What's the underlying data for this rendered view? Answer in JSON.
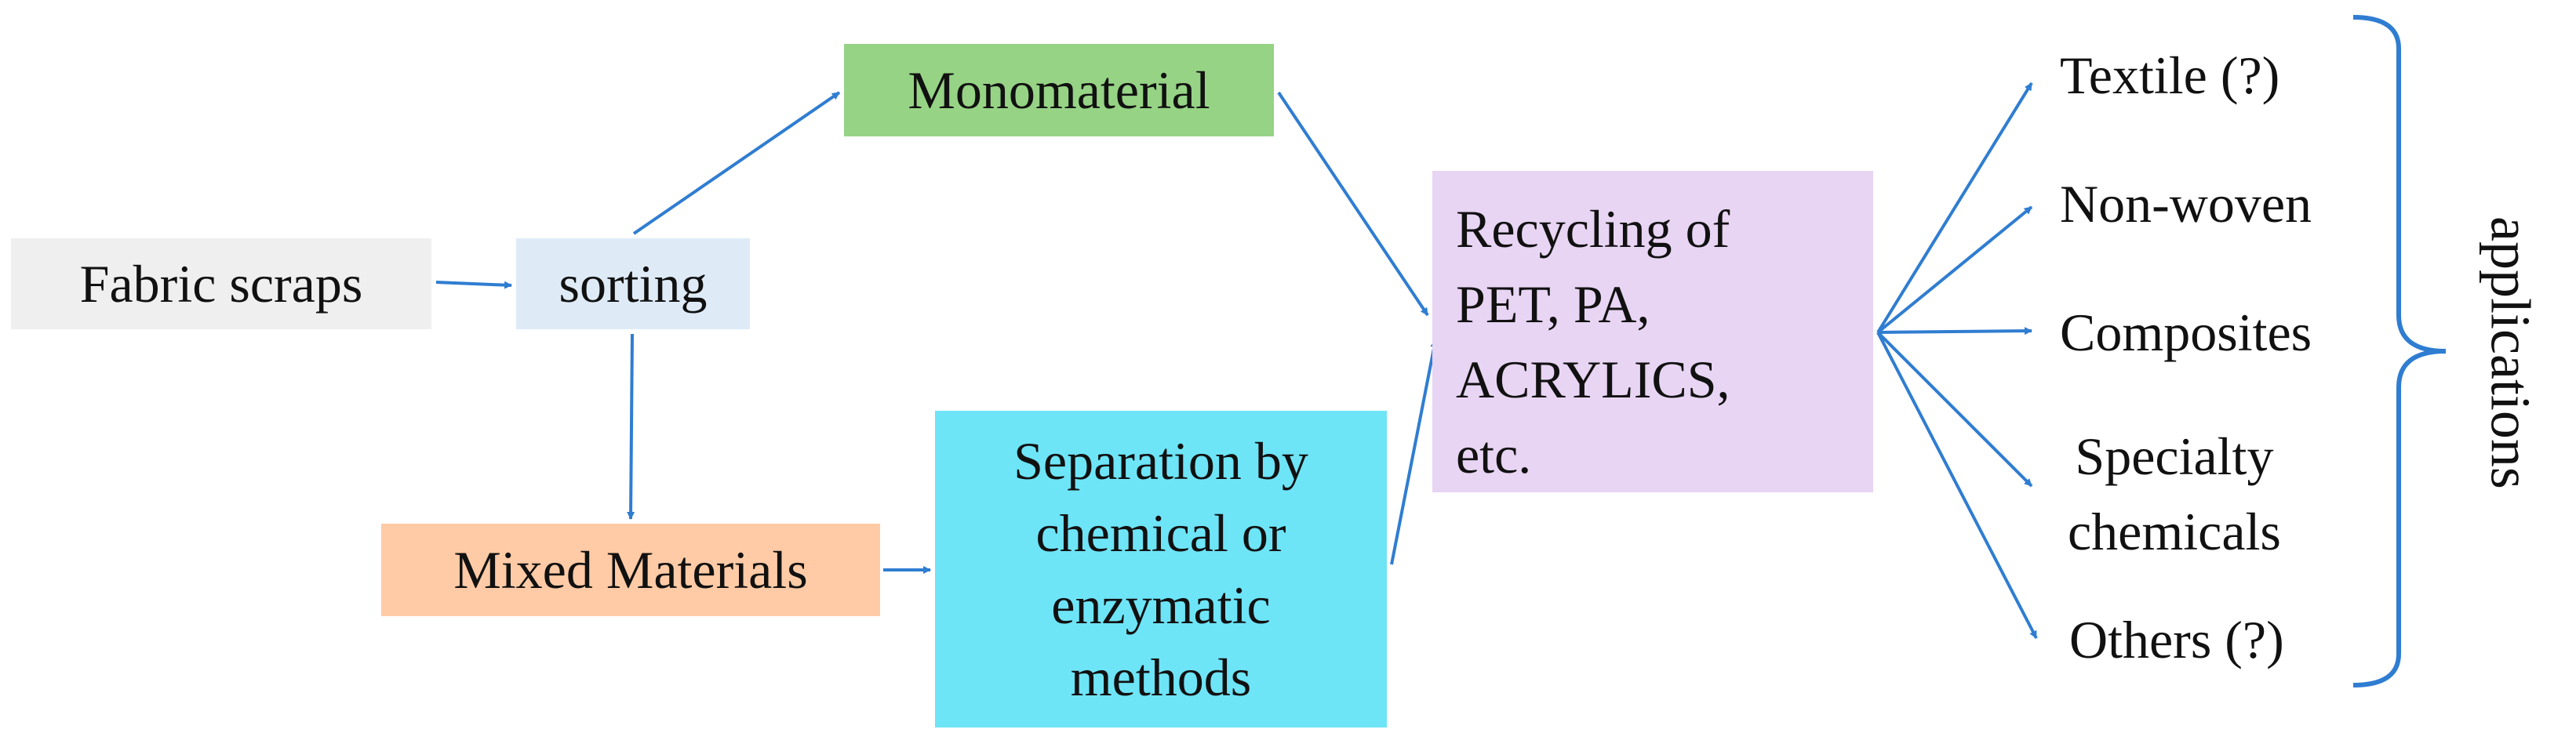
{
  "nodes": {
    "fabric_scraps": "Fabric scraps",
    "sorting": "sorting",
    "monomaterial": "Monomaterial",
    "mixed_materials": "Mixed Materials",
    "separation": [
      "Separation by",
      "chemical or",
      "enzymatic",
      "methods"
    ],
    "recycling": [
      "Recycling of",
      "PET, PA,",
      "ACRYLICS,",
      "etc."
    ]
  },
  "applications": {
    "label": "applications",
    "items": {
      "textile": "Textile (?)",
      "nonwoven": "Non-woven",
      "composites": "Composites",
      "specialty": [
        "Specialty",
        "chemicals"
      ],
      "others": "Others (?)"
    }
  },
  "colors": {
    "arrow": "#2f7dd1",
    "fabric_scraps": "#efefef",
    "sorting": "#deebf7",
    "monomaterial": "#96d385",
    "mixed_materials": "#ffcba6",
    "separation": "#6ee4f7",
    "recycling": "#e8d4f3"
  }
}
